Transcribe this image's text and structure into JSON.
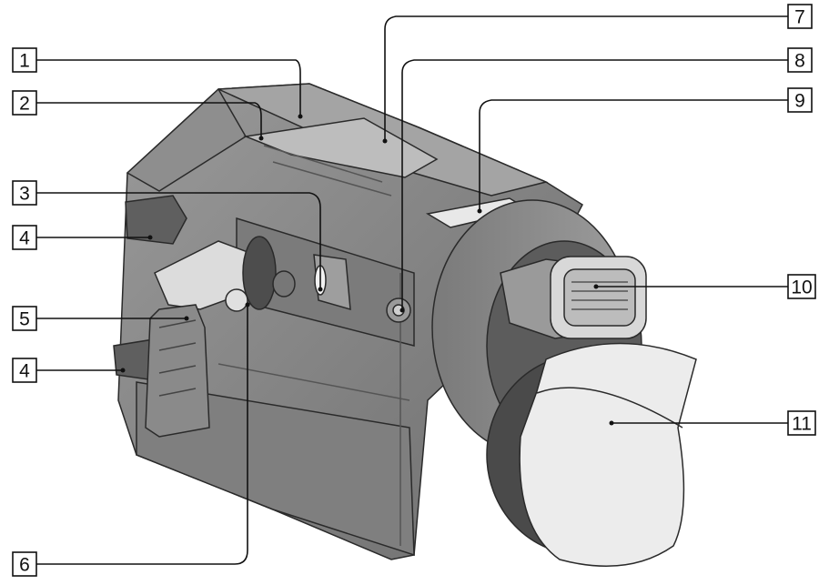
{
  "diagram": {
    "callouts": [
      {
        "id": "c1",
        "label": "1"
      },
      {
        "id": "c2",
        "label": "2"
      },
      {
        "id": "c3",
        "label": "3"
      },
      {
        "id": "c4a",
        "label": "4"
      },
      {
        "id": "c5",
        "label": "5"
      },
      {
        "id": "c4b",
        "label": "4"
      },
      {
        "id": "c6",
        "label": "6"
      },
      {
        "id": "c7",
        "label": "7"
      },
      {
        "id": "c8",
        "label": "8"
      },
      {
        "id": "c9",
        "label": "9"
      },
      {
        "id": "c10",
        "label": "10"
      },
      {
        "id": "c11",
        "label": "11"
      }
    ],
    "colors": {
      "body": "#858585",
      "body_dark": "#6c6c6c",
      "body_light": "#a8a8a8",
      "lens_front": "#cfcfcf",
      "hood": "#e9e9e9",
      "outline": "#2a2a2a"
    }
  }
}
